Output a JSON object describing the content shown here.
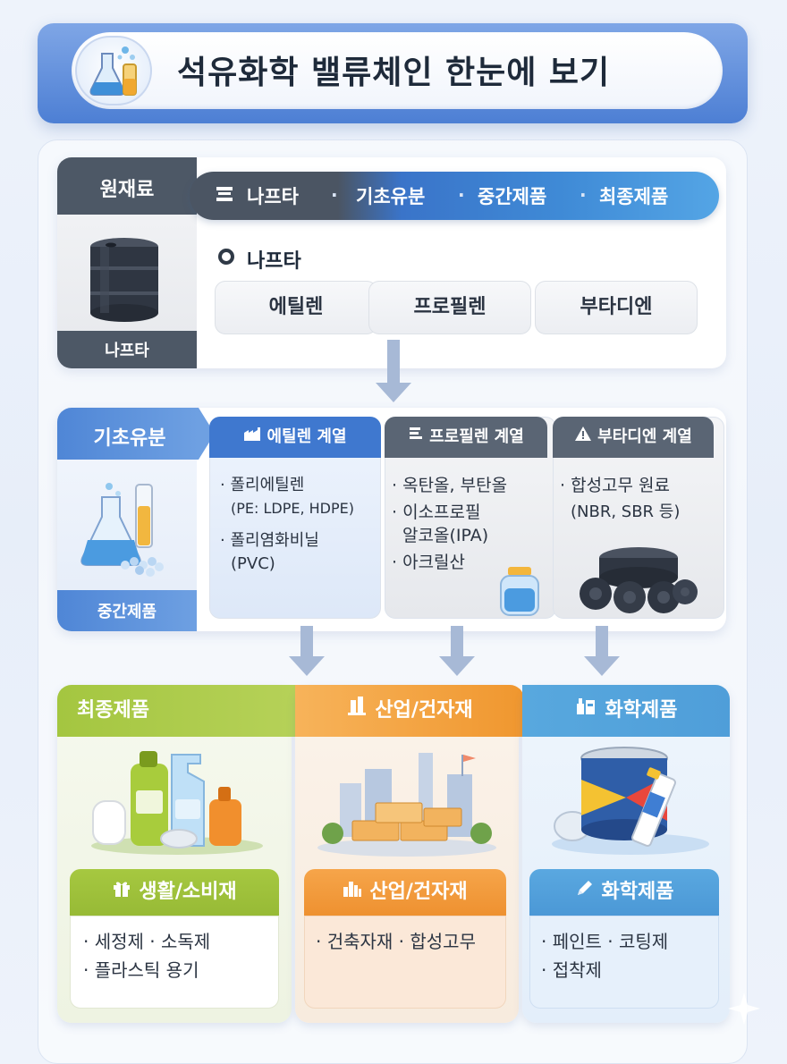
{
  "header": {
    "title": "석유화학 밸류체인 한눈에 보기",
    "icon": "flask-icon"
  },
  "raw_material": {
    "tab_label": "원재료",
    "bottom_label": "나프타",
    "icon": "oil-barrel-icon",
    "flow": [
      "나프타",
      "기초유분",
      "중간제품",
      "최종제품"
    ],
    "flow_separator": "·",
    "sub_label": "나프타",
    "chips": [
      "에틸렌",
      "프로필렌",
      "부타디엔"
    ]
  },
  "basic_fraction": {
    "tab_label": "기초유분",
    "bottom_label": "중간제품",
    "columns": [
      {
        "title": "에틸렌 계열",
        "icon": "factory-icon",
        "color": "#3f78cf",
        "items": [
          "폴리에틸렌",
          "(PE: LDPE, HDPE)",
          "폴리염화비닐",
          "(PVC)"
        ]
      },
      {
        "title": "프로필렌 계열",
        "icon": "plant-icon",
        "color": "#5a6574",
        "items": [
          "옥탄올, 부탄올",
          "이소프로필",
          "알코올(IPA)",
          "아크릴산"
        ]
      },
      {
        "title": "부타디엔 계열",
        "icon": "warning-icon",
        "color": "#5a6574",
        "items": [
          "합성고무 원료",
          "(NBR, SBR 등)"
        ]
      }
    ]
  },
  "final_products": {
    "columns": [
      {
        "title": "최종제품",
        "color": "#9cbf3a",
        "sub_title": "생활/소비재",
        "sub_icon": "gift-icon",
        "items": [
          "· 세정제 · 소독제",
          "· 플라스틱 용기"
        ]
      },
      {
        "title": "산업/건자재",
        "title_icon": "building-icon",
        "color": "#f0972f",
        "sub_title": "산업/건자재",
        "sub_icon": "city-icon",
        "items": [
          "· 건축자재 · 합성고무"
        ]
      },
      {
        "title": "화학제품",
        "title_icon": "chemical-plant-icon",
        "color": "#4f9ed9",
        "sub_title": "화학제품",
        "sub_icon": "pencil-icon",
        "items": [
          "· 페인트 · 코팅제",
          "· 접착제"
        ]
      }
    ]
  }
}
